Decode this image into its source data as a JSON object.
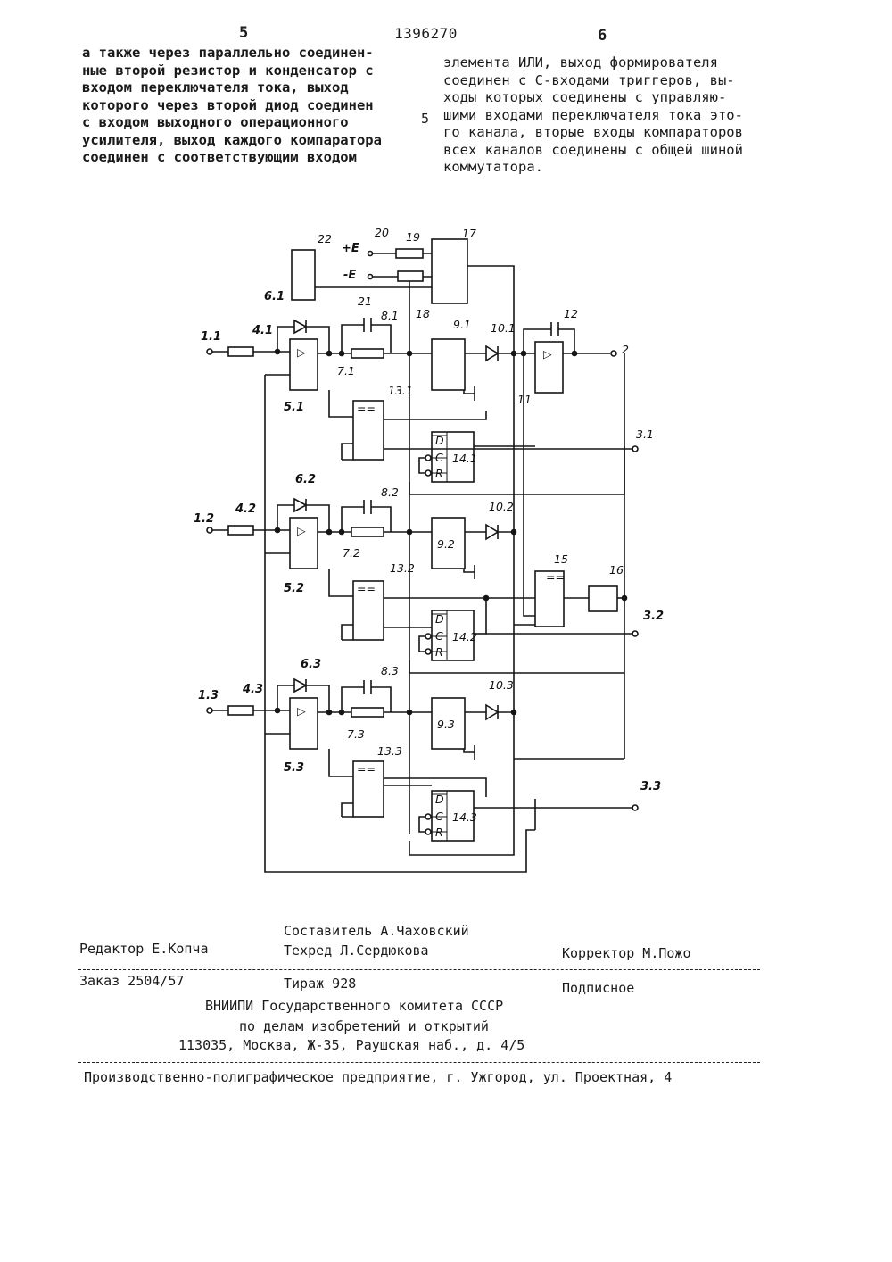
{
  "header": {
    "page_left": "5",
    "doc_number": "1396270",
    "page_right": "6",
    "line_marker": "5"
  },
  "left_column": [
    "а также через параллельно соединен-",
    "ные второй резистор и конденсатор с",
    "входом переключателя тока, выход",
    "которого через второй диод соединен",
    "с входом выходного операционного",
    "усилителя, выход каждого компаратора",
    "соединен с соответствующим входом"
  ],
  "right_column": [
    "элемента ИЛИ, выход формирователя",
    "соединен с С-входами триггеров, вы-",
    "ходы которых соединены с управляю-",
    "шими входами переключателя тока это-",
    "го канала, вторые входы компараторов",
    "всех каналов соединены с общей шиной",
    "коммутатора."
  ],
  "diagram_labels": {
    "l22": "22",
    "l20": "20",
    "l19": "19",
    "l17": "17",
    "l21": "21",
    "l18": "18",
    "plus_e": "+E",
    "minus_e": "-E",
    "l6_1": "6.1",
    "l8_1": "8.1",
    "l9_1": "9.1",
    "l10_1": "10.1",
    "l12": "12",
    "l1_1": "1.1",
    "l4_1": "4.1",
    "l7_1": "7.1",
    "l5_1": "5.1",
    "l11": "11",
    "l2": "2",
    "l13_1": "13.1",
    "l3_1": "3.1",
    "l14_1": "14.1",
    "l6_2": "6.2",
    "l8_2": "8.2",
    "l10_2": "10.2",
    "l1_2": "1.2",
    "l4_2": "4.2",
    "l9_2": "9.2",
    "l7_2": "7.2",
    "l5_2": "5.2",
    "l15": "15",
    "l16": "16",
    "l13_2": "13.2",
    "l3_2": "3.2",
    "l14_2": "14.2",
    "l6_3": "6.3",
    "l8_3": "8.3",
    "l1_3": "1.3",
    "l4_3": "4.3",
    "l10_3": "10.3",
    "l9_3": "9.3",
    "l7_3": "7.3",
    "l5_3": "5.3",
    "l13_3": "13.3",
    "l3_3": "3.3",
    "l14_3": "14.3",
    "pin_d": "D",
    "pin_c": "C",
    "pin_r": "R",
    "amp": "▷",
    "eq": "=="
  },
  "footer": {
    "composer": "Составитель А.Чаховский",
    "editor": "Редактор Е.Копча",
    "techred": "Техред Л.Сердюкова",
    "corrector": "Корректор М.Пожо",
    "order": "Заказ 2504/57",
    "circulation": "Тираж 928",
    "subscription": "Подписное",
    "org1": "ВНИИПИ Государственного комитета СССР",
    "org2": "по делам изобретений и открытий",
    "address": "113035, Москва, Ж-35, Раушская наб., д. 4/5",
    "printer": "Производственно-полиграфическое предприятие, г. Ужгород, ул. Проектная, 4"
  }
}
